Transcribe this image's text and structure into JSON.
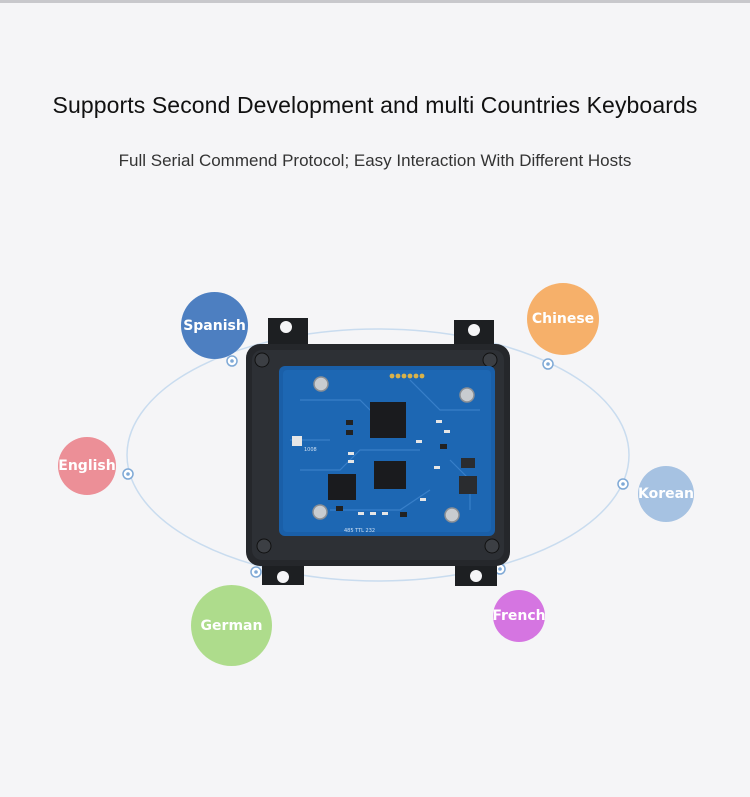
{
  "header": {
    "title": "Supports Second Development and multi Countries Keyboards",
    "subtitle": "Full Serial Commend Protocol; Easy Interaction With Different Hosts"
  },
  "languages": [
    {
      "label": "Spanish",
      "color": "#4d7fc1"
    },
    {
      "label": "Chinese",
      "color": "#f6b06a"
    },
    {
      "label": "English",
      "color": "#ec8f97"
    },
    {
      "label": "Korean",
      "color": "#a6c2e2"
    },
    {
      "label": "German",
      "color": "#aedc8c"
    },
    {
      "label": "French",
      "color": "#d575e1"
    }
  ],
  "module": {
    "description": "black-housing-with-blue-pcb",
    "pcb_labels": [
      "485 TTL 232",
      "1008"
    ]
  }
}
